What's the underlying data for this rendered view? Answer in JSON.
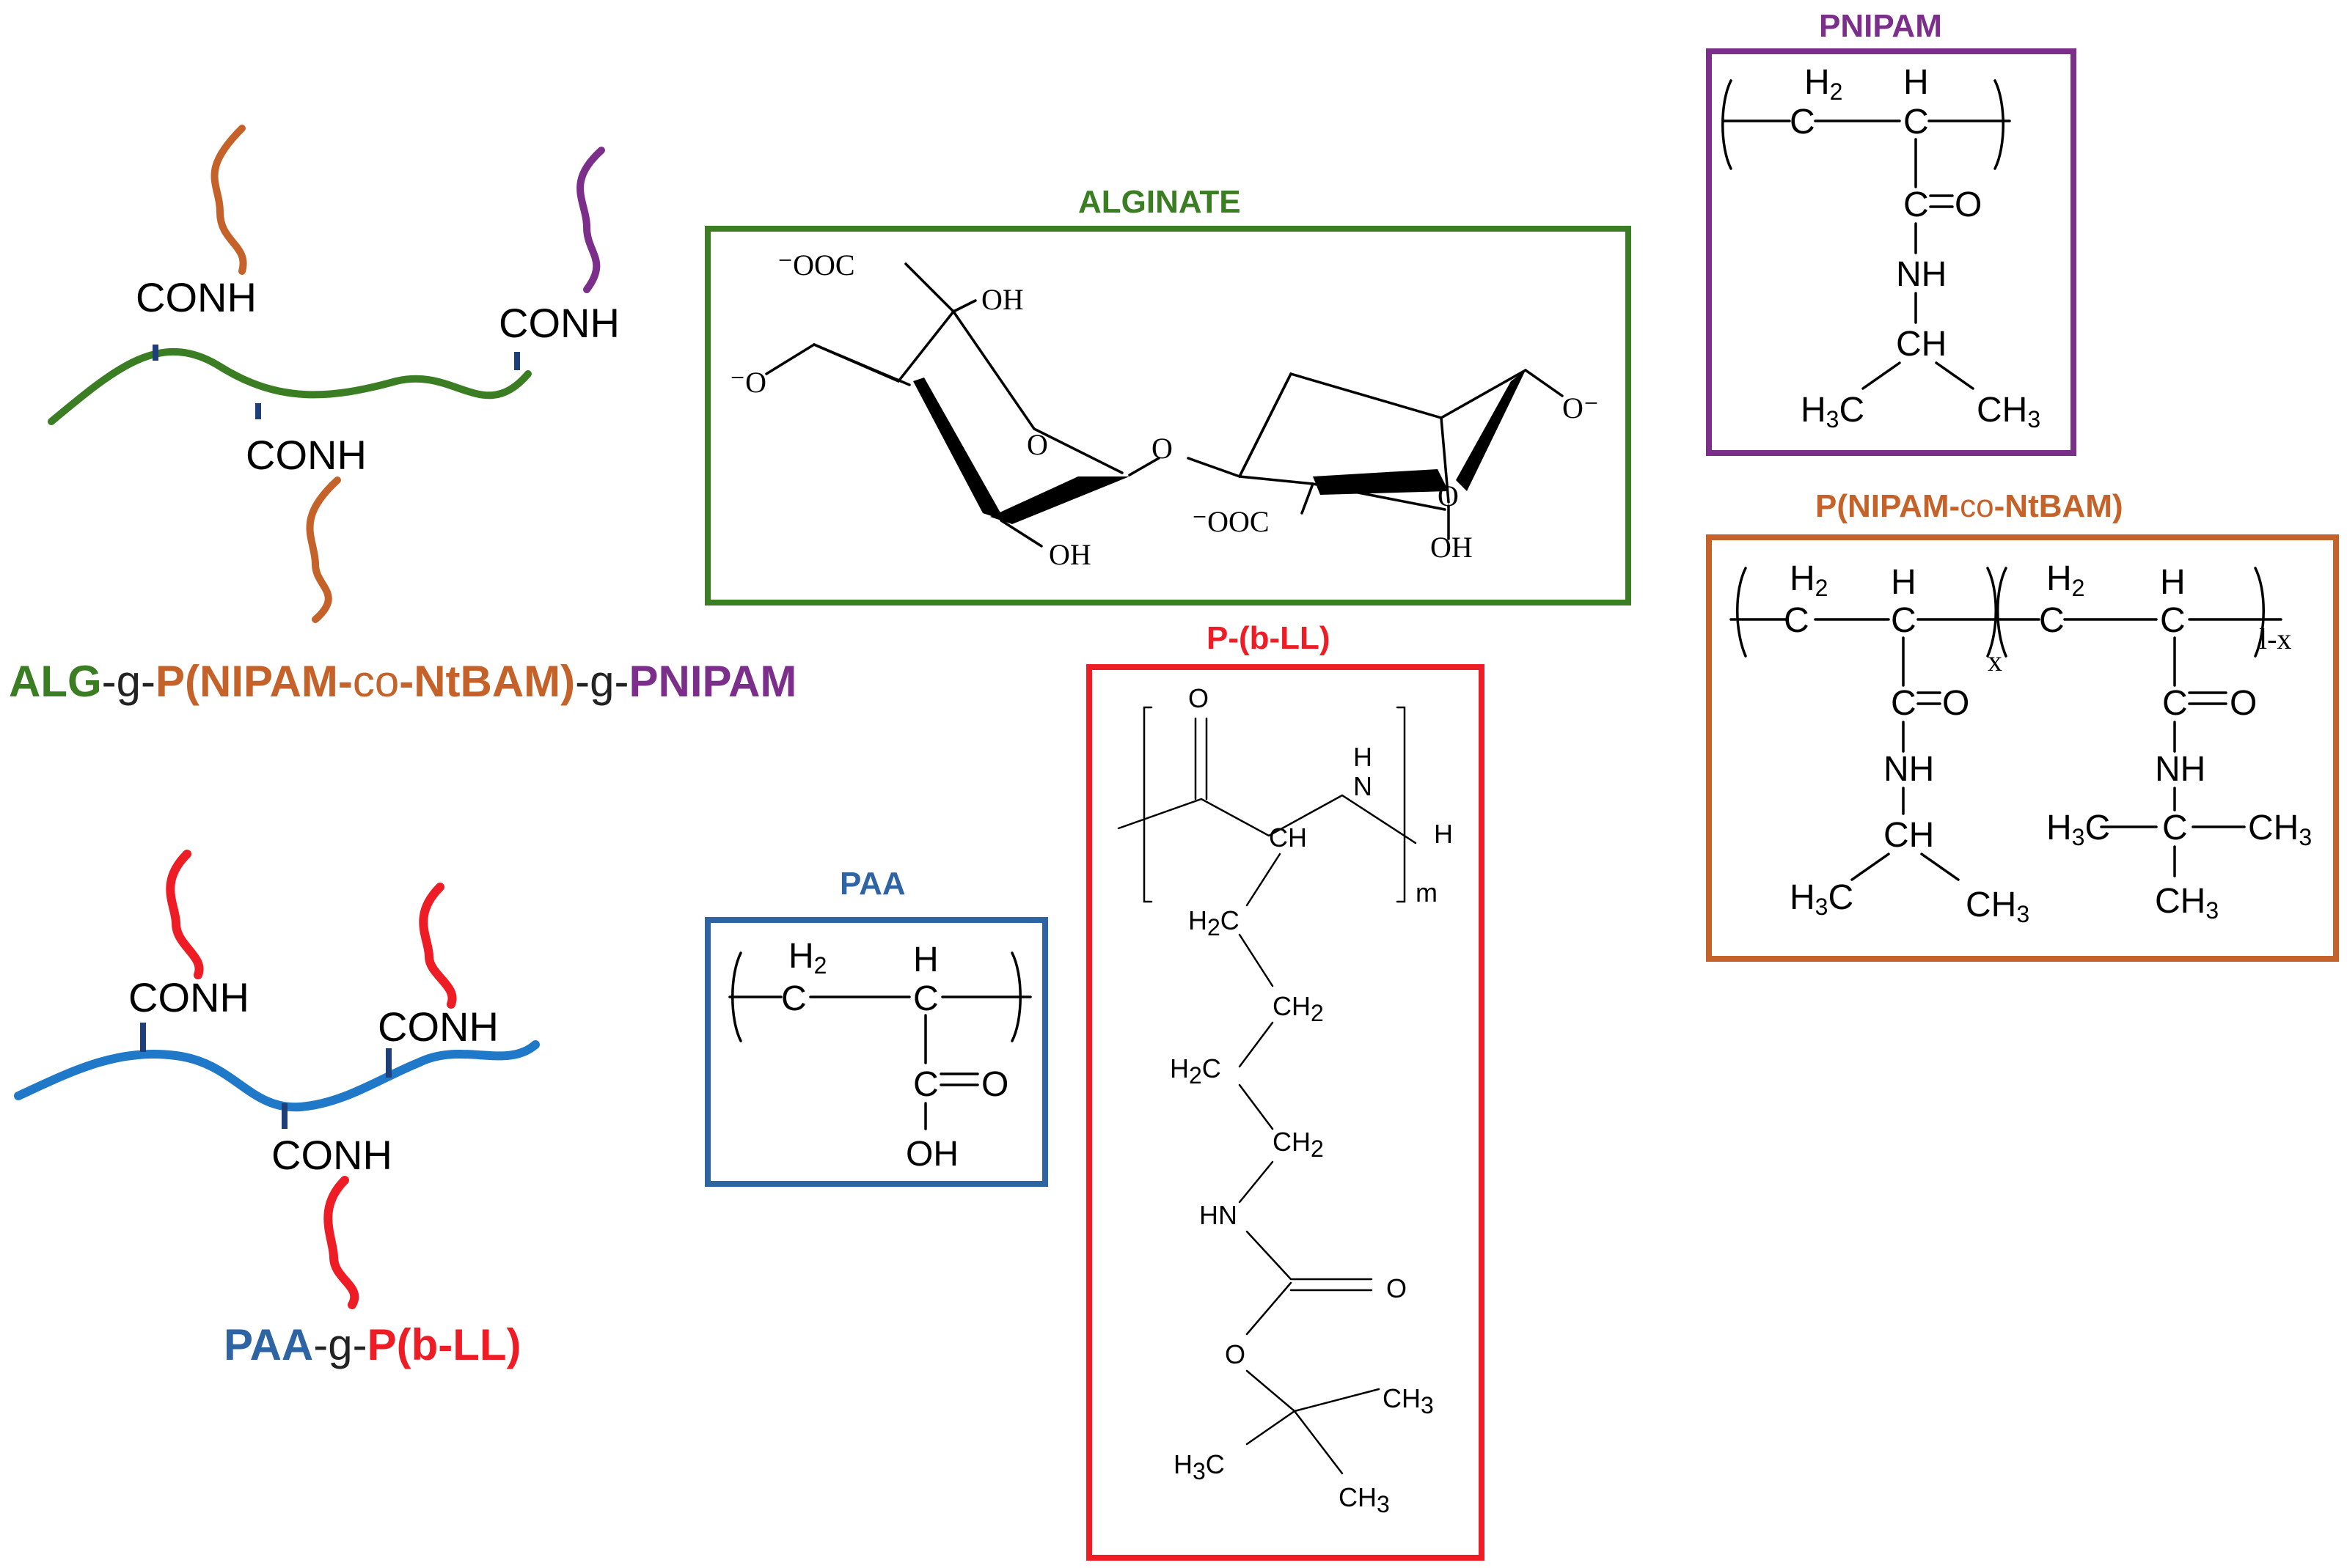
{
  "colors": {
    "alginate": "#3a7d23",
    "pnipam": "#7b2f8a",
    "copolymer": "#c5622a",
    "paa": "#2e64a3",
    "pbll": "#ee1c24",
    "bond": "#000000",
    "linker": "#1f3f7a"
  },
  "graft1": {
    "conh_1": "CONH",
    "conh_2": "CONH",
    "conh_3": "CONH",
    "name_alg": "ALG",
    "name_g1": "-g-",
    "name_p": "P(NIPAM-",
    "name_co": "co",
    "name_nt": "-NtBAM)",
    "name_g2": "-g-",
    "name_pn": "PNIPAM"
  },
  "graft2": {
    "conh_1": "CONH",
    "conh_2": "CONH",
    "conh_3": "CONH",
    "name_paa": "PAA",
    "name_g": "-g-",
    "name_pbll": "P(b-LL)"
  },
  "boxes": {
    "alginate": "ALGINATE",
    "pnipam": "PNIPAM",
    "copolymer_a": "P(NIPAM-",
    "copolymer_co": "co",
    "copolymer_b": "-NtBAM)",
    "pbll": "P-(b-LL)",
    "paa": "PAA"
  },
  "atoms": {
    "H": "H",
    "C": "C",
    "O": "O",
    "CH": "CH",
    "NH": "NH",
    "OH": "OH",
    "H2": "H2",
    "H3C": "H3C",
    "CH3": "CH3",
    "CH2": "CH2",
    "HN": "HN",
    "N": "N",
    "OOC": "OOC",
    "minus": "⁻",
    "x": "x",
    "one_minus_x": "l-x",
    "m": "m"
  }
}
